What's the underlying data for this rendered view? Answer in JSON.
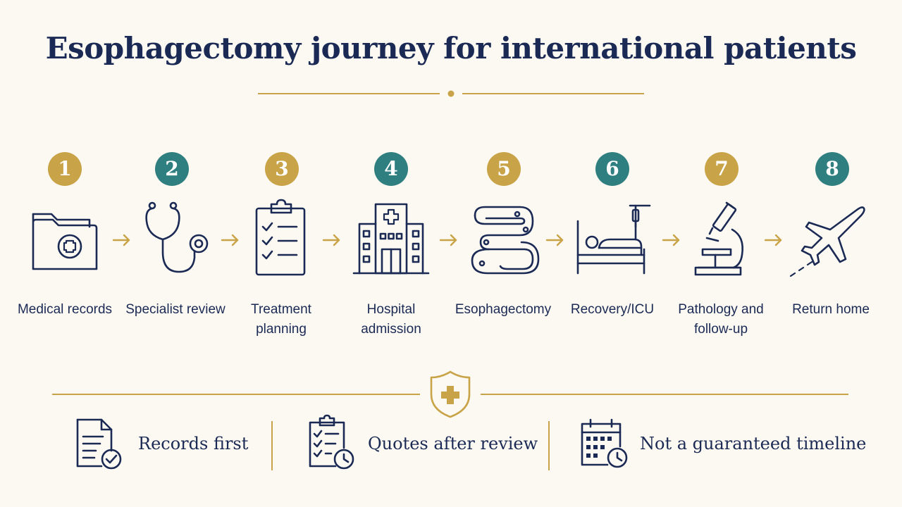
{
  "title": "Esophagectomy journey for international patients",
  "colors": {
    "navy": "#1b2a55",
    "gold": "#c9a347",
    "teal": "#2f7f80",
    "background": "#fcf9f2"
  },
  "steps": [
    {
      "number": "1",
      "badge": "gold",
      "icon": "medical-folder-icon",
      "label_lines": [
        "Medical records"
      ]
    },
    {
      "number": "2",
      "badge": "teal",
      "icon": "stethoscope-icon",
      "label_lines": [
        "Specialist review"
      ]
    },
    {
      "number": "3",
      "badge": "gold",
      "icon": "clipboard-checklist-icon",
      "label_lines": [
        "Treatment",
        "planning"
      ]
    },
    {
      "number": "4",
      "badge": "teal",
      "icon": "hospital-building-icon",
      "label_lines": [
        "Hospital",
        "admission"
      ]
    },
    {
      "number": "5",
      "badge": "gold",
      "icon": "esophagus-icon",
      "label_lines": [
        "Esophagectomy"
      ]
    },
    {
      "number": "6",
      "badge": "teal",
      "icon": "hospital-bed-icon",
      "label_lines": [
        "Recovery/ICU"
      ]
    },
    {
      "number": "7",
      "badge": "gold",
      "icon": "microscope-icon",
      "label_lines": [
        "Pathology and",
        "follow-up"
      ]
    },
    {
      "number": "8",
      "badge": "teal",
      "icon": "airplane-icon",
      "label_lines": [
        "Return home"
      ]
    }
  ],
  "notes": [
    {
      "icon": "document-check-icon",
      "text": "Records first"
    },
    {
      "icon": "clipboard-clock-icon",
      "text": "Quotes after review"
    },
    {
      "icon": "calendar-clock-icon",
      "text": "Not a guaranteed timeline"
    }
  ],
  "center_badge_icon": "shield-plus-icon"
}
